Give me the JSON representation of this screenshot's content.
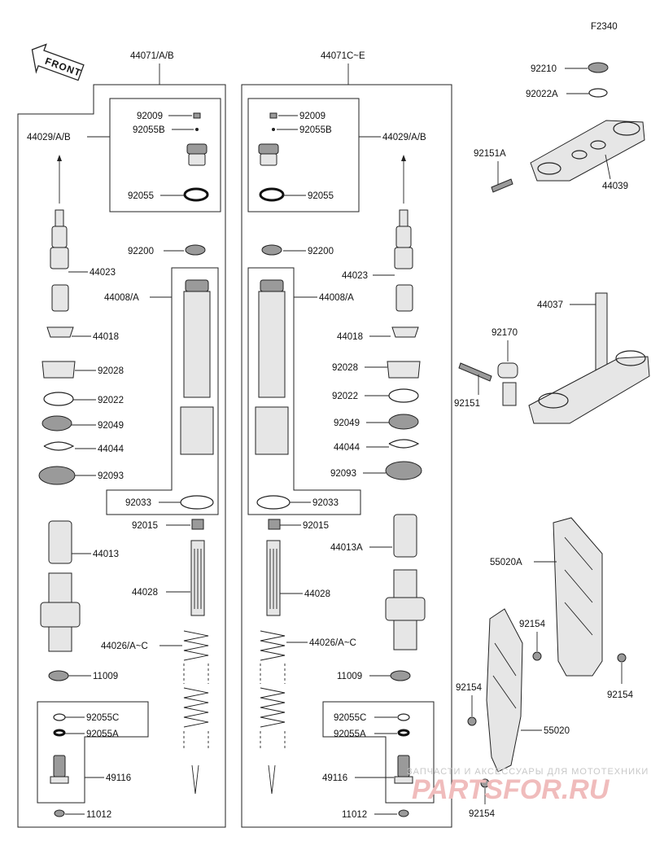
{
  "diagram_code": "F2340",
  "front_label": "FRONT",
  "labels": {
    "l_44071_ab": "44071/A/B",
    "l_44071_ce": "44071C~E",
    "l_92009_l": "92009",
    "l_92055b_l": "92055B",
    "l_44029_l": "44029/A/B",
    "l_92055_l": "92055",
    "l_92200_l": "92200",
    "l_44023_l": "44023",
    "l_44008_l": "44008/A",
    "l_44018_l": "44018",
    "l_92028_l": "92028",
    "l_92022_l": "92022",
    "l_92049_l": "92049",
    "l_44044_l": "44044",
    "l_92093_l": "92093",
    "l_92033_l": "92033",
    "l_92015_l": "92015",
    "l_44013_l": "44013",
    "l_44028_l": "44028",
    "l_44026_l": "44026/A~C",
    "l_11009_l": "11009",
    "l_92055c_l": "92055C",
    "l_92055a_l": "92055A",
    "l_49116_l": "49116",
    "l_11012_l": "11012",
    "l_92009_r": "92009",
    "l_92055b_r": "92055B",
    "l_44029_r": "44029/A/B",
    "l_92055_r": "92055",
    "l_92200_r": "92200",
    "l_44023_r": "44023",
    "l_44008_r": "44008/A",
    "l_44018_r": "44018",
    "l_92028_r": "92028",
    "l_92022_r": "92022",
    "l_92049_r": "92049",
    "l_44044_r": "44044",
    "l_92093_r": "92093",
    "l_92033_r": "92033",
    "l_92015_r": "92015",
    "l_44013a_r": "44013A",
    "l_44028_r": "44028",
    "l_44026_r": "44026/A~C",
    "l_11009_r": "11009",
    "l_92055c_r": "92055C",
    "l_92055a_r": "92055A",
    "l_49116_r": "49116",
    "l_11012_r": "11012",
    "l_92210": "92210",
    "l_92022a": "92022A",
    "l_92151a": "92151A",
    "l_44039": "44039",
    "l_44037": "44037",
    "l_92170": "92170",
    "l_92151": "92151",
    "l_55020a": "55020A",
    "l_92154_1": "92154",
    "l_92154_2": "92154",
    "l_92154_3": "92154",
    "l_92154_4": "92154",
    "l_55020": "55020"
  },
  "watermark": {
    "caption": "ЗАПЧАСТИ И АКСЕССУАРЫ ДЛЯ МОТОТЕХНИКИ",
    "brand": "PARTSFOR.RU"
  }
}
